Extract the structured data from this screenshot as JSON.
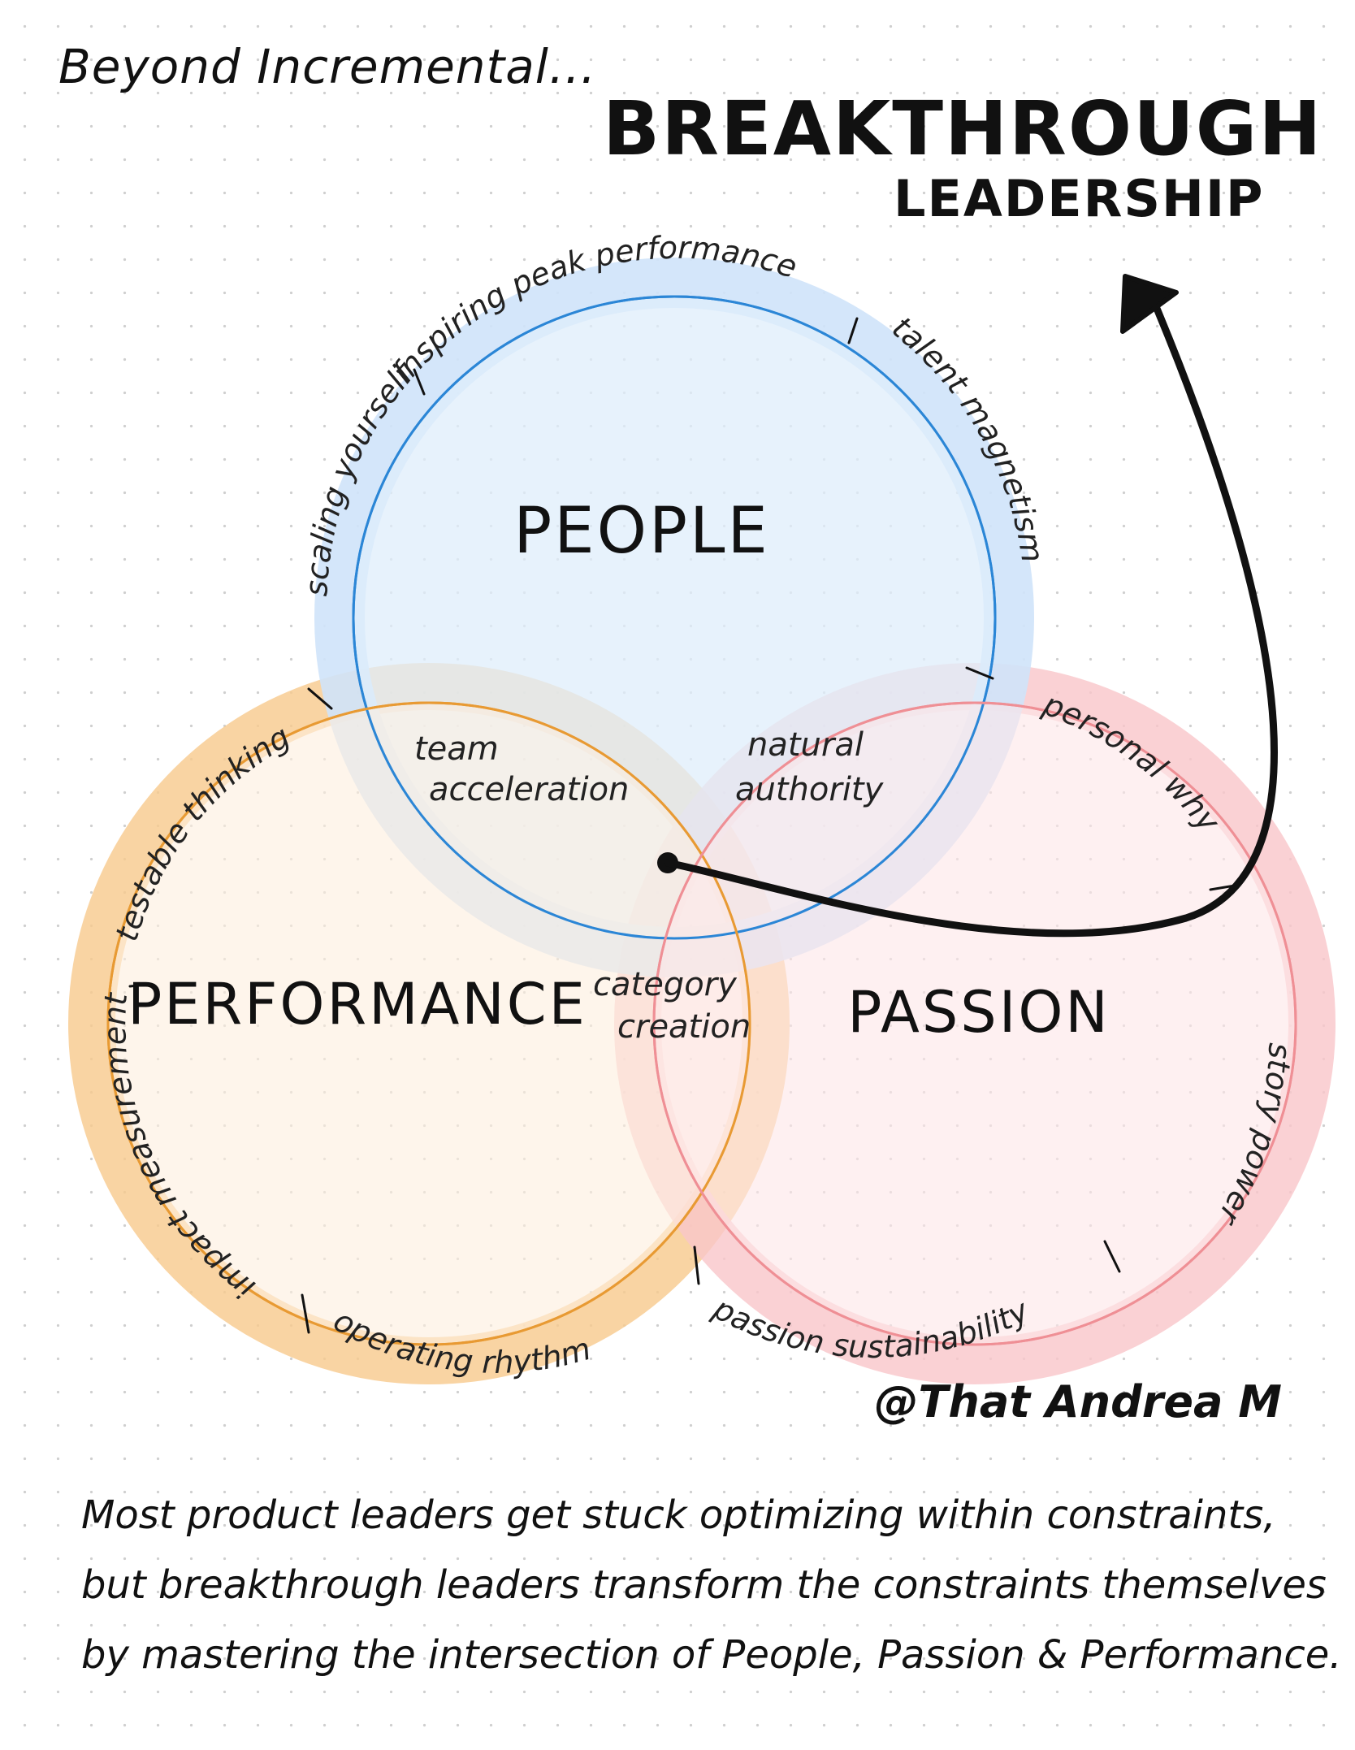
{
  "header": {
    "kicker": "Beyond Incremental...",
    "title": "BREAKTHROUGH",
    "subtitle": "LEADERSHIP"
  },
  "circles": {
    "people": {
      "label": "PEOPLE",
      "fill": "#dfeefb",
      "stroke": "#2b86d6",
      "halo": "#cfe3f9"
    },
    "performance": {
      "label": "PERFORMANCE",
      "fill": "#fdeedd",
      "stroke": "#e89a33",
      "halo": "#f7c98c"
    },
    "passion": {
      "label": "PASSION",
      "fill": "#fde6e8",
      "stroke": "#ef8f95",
      "halo": "#f9c6c9"
    }
  },
  "intersections": {
    "team_acceleration": [
      "team",
      "acceleration"
    ],
    "natural_authority": [
      "natural",
      "authority"
    ],
    "category_creation": [
      "category",
      "creation"
    ]
  },
  "arc_labels": {
    "scaling_yourself": "scaling yourself",
    "inspiring_peak_performance": "inspiring peak performance",
    "talent_magnetism": "talent magnetism",
    "testable_thinking": "testable thinking",
    "impact_measurement": "impact measurement",
    "operating_rhythm": "operating rhythm",
    "personal_why": "personal why",
    "story_power": "story power",
    "passion_sustainability": "passion sustainability"
  },
  "attribution": "@That Andrea M",
  "summary": [
    "Most product leaders get stuck optimizing within constraints,",
    "but breakthrough leaders transform the constraints themselves",
    "by mastering the intersection of People, Passion & Performance."
  ]
}
